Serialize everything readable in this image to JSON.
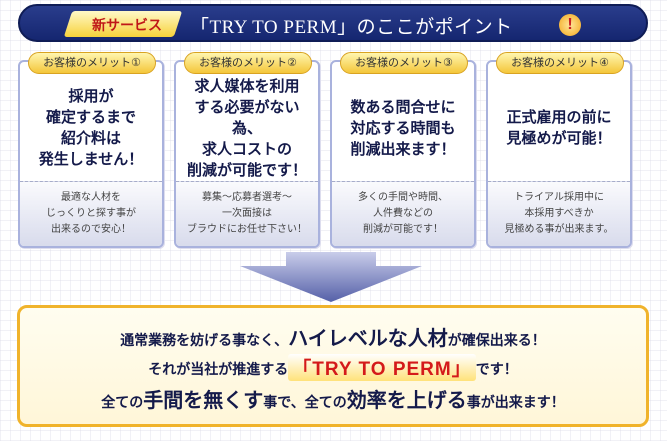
{
  "header": {
    "badge": "新サービス",
    "title": "「TRY TO PERM」のここがポイント",
    "excl": "!"
  },
  "cards": [
    {
      "label": "お客様のメリット①",
      "main": "採用が\n確定するまで\n紹介料は\n発生しません！",
      "sub": "最適な人材を\nじっくりと探す事が\n出来るので安心！"
    },
    {
      "label": "お客様のメリット②",
      "main": "求人媒体を利用\nする必要がない為、\n求人コストの\n削減が可能です！",
      "sub": "募集～応募者選考～\n一次面接は\nブラウドにお任せ下さい！"
    },
    {
      "label": "お客様のメリット③",
      "main": "数ある問合せに\n対応する時間も\n削減出来ます！",
      "sub": "多くの手間や時間、\n人件費などの\n削減が可能です！"
    },
    {
      "label": "お客様のメリット④",
      "main": "正式雇用の前に\n見極めが可能！",
      "sub": "トライアル採用中に\n本採用すべきか\n見極める事が出来ます。"
    }
  ],
  "bottom": {
    "l1a": "通常業務を妨げる事なく、",
    "l1b": "ハイレベルな人材",
    "l1c": "が確保出来る！",
    "l2a": "それが当社が推進する",
    "l2b": "「TRY TO PERM」",
    "l2c": "です！",
    "l3a": "全ての",
    "l3b": "手間を無くす",
    "l3c": "事で、全ての",
    "l3d": "効率を上げる",
    "l3e": "事が出来ます！"
  }
}
